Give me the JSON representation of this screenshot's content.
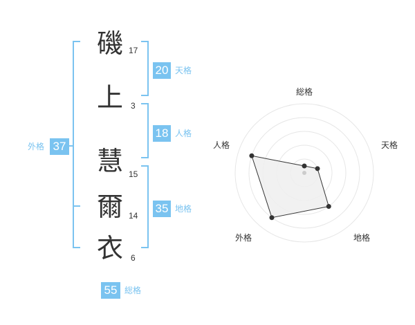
{
  "name_chars": [
    {
      "char": "磯",
      "strokes": "17"
    },
    {
      "char": "上",
      "strokes": "3"
    },
    {
      "char": "慧",
      "strokes": "15"
    },
    {
      "char": "爾",
      "strokes": "14"
    },
    {
      "char": "衣",
      "strokes": "6"
    }
  ],
  "fortunes": {
    "tenkaku": {
      "value": "20",
      "label": "天格"
    },
    "jinkaku": {
      "value": "18",
      "label": "人格"
    },
    "chikaku": {
      "value": "35",
      "label": "地格"
    },
    "gaikaku": {
      "value": "37",
      "label": "外格"
    },
    "soukaku": {
      "value": "55",
      "label": "総格"
    }
  },
  "radar": {
    "axes": [
      "総格",
      "天格",
      "地格",
      "外格",
      "人格"
    ],
    "levels": [
      0.1,
      0.2,
      0.6,
      0.8,
      0.8
    ]
  },
  "colors": {
    "accent": "#7ac3f0",
    "text": "#333333",
    "radar_fill": "#eeeeee"
  }
}
